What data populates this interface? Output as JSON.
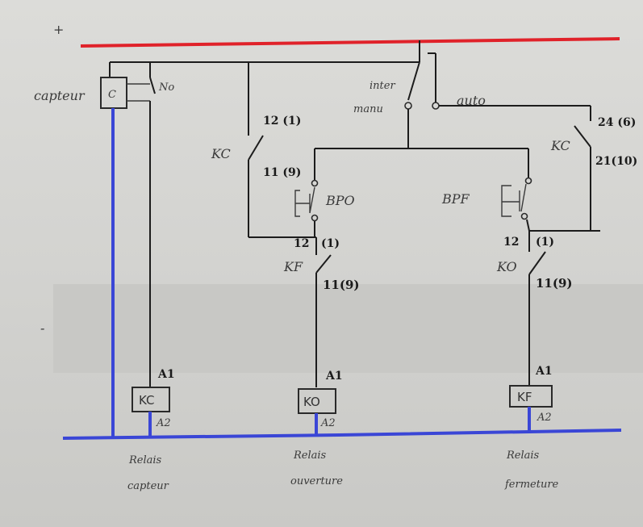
{
  "supply": {
    "plus": "+",
    "minus": "-"
  },
  "sensor": {
    "label": "capteur",
    "box": "C",
    "contact": "No"
  },
  "selector": {
    "title": "inter",
    "manual": "manu",
    "auto": "auto"
  },
  "kc_contact": {
    "label": "KC",
    "pin_top": "12 (1)",
    "pin_bottom": "11 (9)"
  },
  "kc_contact_auto": {
    "label": "KC",
    "pin_top": "24 (6)",
    "pin_bottom": "21(10)"
  },
  "bpo": {
    "label": "BPO"
  },
  "bpf": {
    "label": "BPF"
  },
  "kf_contact": {
    "label": "KF",
    "pin_top_num": "12",
    "pin_top_sub": "(1)",
    "pin_bottom": "11(9)"
  },
  "ko_contact": {
    "label": "KO",
    "pin_top_num": "12",
    "pin_top_sub": "(1)",
    "pin_bottom": "11(9)"
  },
  "coils": [
    {
      "name": "KC",
      "a1": "A1",
      "a2": "A2",
      "caption_1": "Relais",
      "caption_2": "capteur"
    },
    {
      "name": "KO",
      "a1": "A1",
      "a2": "A2",
      "caption_1": "Relais",
      "caption_2": "ouverture"
    },
    {
      "name": "KF",
      "a1": "A1",
      "a2": "A2",
      "caption_1": "Relais",
      "caption_2": "fermeture"
    }
  ],
  "colors": {
    "positive_rail": "#e0222a",
    "negative_rail": "#3a46d6",
    "wire": "#1c1c1c",
    "paper": "#d8d8d5"
  }
}
